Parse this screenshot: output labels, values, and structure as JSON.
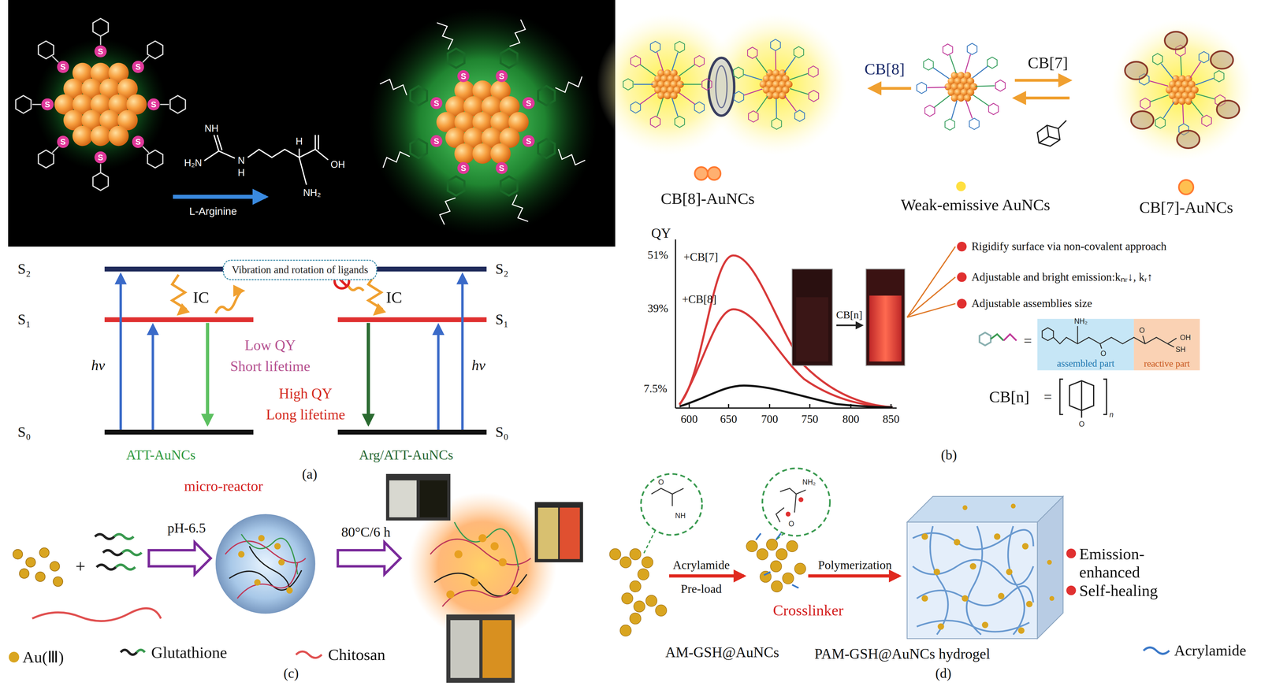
{
  "diagram": {
    "nodes": [
      {
        "text": [
          "Vibration and rotation of ligands"
        ]
      },
      {
        "text": [
          "assembled part"
        ]
      },
      {
        "text": [
          "reactive part"
        ]
      }
    ],
    "labels": [
      "L-Arginine",
      "NH",
      "H₂N",
      "N",
      "H",
      "H",
      "OH",
      "NH₂",
      "S₂",
      "S₁",
      "S₀",
      "S₂",
      "S₁",
      "S₀",
      "IC",
      "IC",
      "hν",
      "hν",
      "Low QY",
      "Short lifetime",
      "High QY",
      "Long lifetime",
      "ATT-AuNCs",
      "Arg/ATT-AuNCs",
      "(a)",
      "CB[8]",
      "CB[7]",
      "CB[8]-AuNCs",
      "Weak-emissive AuNCs",
      "CB[7]-AuNCs",
      "QY",
      "51%",
      "39%",
      "7.5%",
      "+CB[7]",
      "+CB[8]",
      "600",
      "650",
      "700",
      "750",
      "800",
      "850",
      "CB[n]",
      "Rigidify surface via non-covalent approach",
      "Adjustable and bright emission:kₙᵣ↓, kᵣ↑",
      "Adjustable assemblies size",
      "=",
      "CB[n]",
      "=",
      "(b)",
      "NH₂",
      "O",
      "O",
      "OH",
      "SH",
      "O",
      "n",
      "pH-6.5",
      "micro-reactor",
      "80°C/6 h",
      "+",
      "(c)",
      "Acrylamide",
      "Pre-load",
      "Polymerization",
      "Crosslinker",
      "AM-GSH@AuNCs",
      "PAM-GSH@AuNCs hydrogel",
      "Emission- enhanced",
      "Self-healing",
      "(d)",
      "O",
      "NH",
      "NH₂",
      "O",
      "S",
      "S",
      "S",
      "S",
      "S",
      "S",
      "S",
      "S",
      "S",
      "S",
      "S",
      "S",
      "S",
      "S",
      "S",
      "S"
    ],
    "legend": [
      {
        "text": "Au(Ⅲ)",
        "color": "#d9a520"
      },
      {
        "text": "Glutathione"
      },
      {
        "text": "Chitosan"
      },
      {
        "text": "Acrylamide"
      }
    ]
  }
}
